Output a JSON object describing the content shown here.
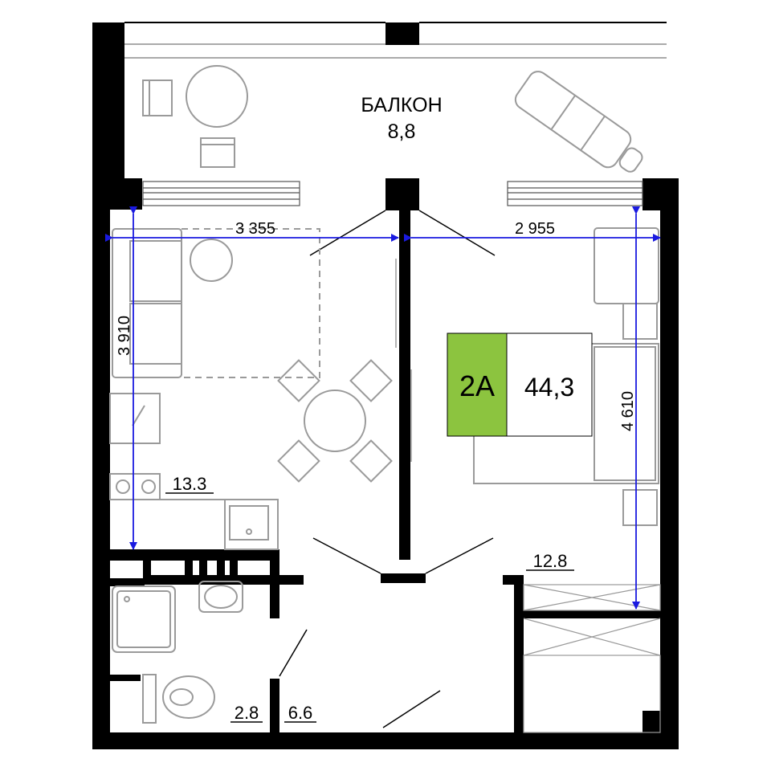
{
  "balcony": {
    "name": "БАЛКОН",
    "area": "8,8"
  },
  "badge": {
    "code": "2А",
    "total_area": "44,3",
    "code_color": "#8cc43f"
  },
  "rooms": {
    "kitchen_living": "13.3",
    "bathroom": "2.8",
    "hall": "6.6",
    "bedroom": "12.8"
  },
  "dimensions": {
    "living_width": "3 355",
    "bedroom_width": "2 955",
    "living_depth": "3 910",
    "bedroom_depth": "4 610"
  },
  "colors": {
    "wall": "#000000",
    "dimension_line": "#1a1ae0",
    "furniture": "#9a9a9a"
  }
}
